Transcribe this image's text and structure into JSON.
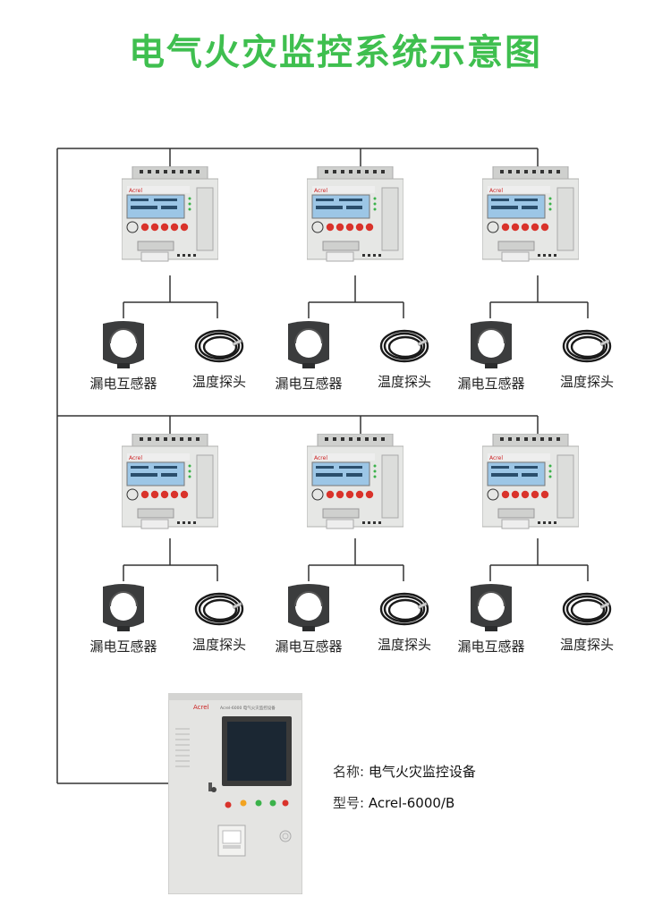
{
  "title": "电气火灾监控系统示意图",
  "colors": {
    "title": "#3fbf4f",
    "wire": "#333333",
    "button_red": "#d9332b",
    "screen": "#9cc6e6"
  },
  "module": {
    "brand": "Acrel"
  },
  "rows": [
    {
      "units": [
        {
          "ct_label": "漏电互感器",
          "probe_label": "温度探头"
        },
        {
          "ct_label": "漏电互感器",
          "probe_label": "温度探头"
        },
        {
          "ct_label": "漏电互感器",
          "probe_label": "温度探头"
        }
      ]
    },
    {
      "units": [
        {
          "ct_label": "漏电互感器",
          "probe_label": "温度探头"
        },
        {
          "ct_label": "漏电互感器",
          "probe_label": "温度探头"
        },
        {
          "ct_label": "漏电互感器",
          "probe_label": "温度探头"
        }
      ]
    }
  ],
  "cabinet": {
    "brand": "Acrel",
    "name_plate": "Acrel-6000 电气火灾监控设备"
  },
  "device_info": {
    "name_key": "名称:",
    "name_value": "电气火灾监控设备",
    "model_key": "型号:",
    "model_value": "Acrel-6000/B"
  },
  "icons": [
    "leakage-ct-icon",
    "temperature-probe-icon",
    "monitor-module-icon",
    "cabinet-icon"
  ]
}
